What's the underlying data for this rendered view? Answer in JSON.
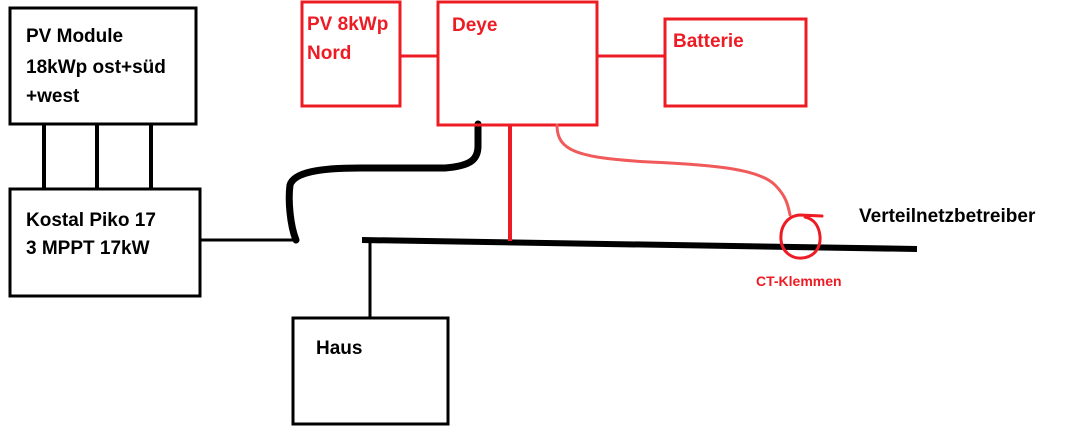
{
  "diagram": {
    "pv_module": {
      "line1": "PV Module",
      "line2": "18kWp ost+süd",
      "line3": "+west"
    },
    "kostal": {
      "line1": "Kostal Piko 17",
      "line2": "3 MPPT 17kW"
    },
    "pv_nord": {
      "line1": "PV 8kWp",
      "line2": "Nord"
    },
    "deye": {
      "label": "Deye"
    },
    "batterie": {
      "label": "Batterie"
    },
    "haus": {
      "label": "Haus"
    },
    "grid": {
      "label": "Verteilnetzbetreiber"
    },
    "ct": {
      "label": "CT-Klemmen"
    }
  },
  "colors": {
    "black": "#000000",
    "red": "#ed1c24",
    "light_red": "#f05a5a"
  }
}
